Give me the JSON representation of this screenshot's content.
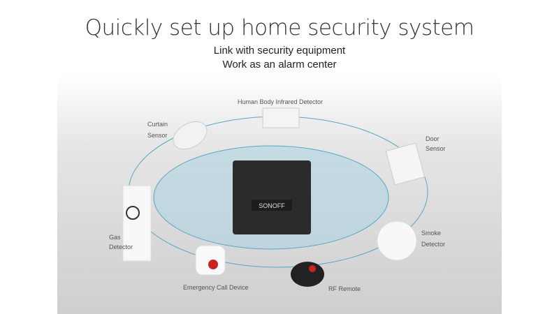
{
  "header": {
    "title": "Quickly set up home security system",
    "subtitle_1": "Link with security equipment",
    "subtitle_2": "Work as an alarm center"
  },
  "hub": {
    "brand": "SONOFF"
  },
  "devices": [
    "Human Body Infrared Detector",
    "Curtain Sensor",
    "Door Sensor",
    "Gas Detector",
    "Smoke Detector",
    "Emergency Call Device",
    "RF Remote"
  ],
  "labels": {
    "pir": "Human Body Infrared Detector",
    "curtain_1": "Curtain",
    "curtain_2": "Sensor",
    "door_1": "Door",
    "door_2": "Sensor",
    "gas_1": "Gas",
    "gas_2": "Detector",
    "smoke_1": "Smoke",
    "smoke_2": "Detector",
    "emergency": "Emergency Call Device",
    "remote": "RF Remote"
  },
  "colors": {
    "ring": "#5aa7c4",
    "hub": "#2b2b2b"
  }
}
